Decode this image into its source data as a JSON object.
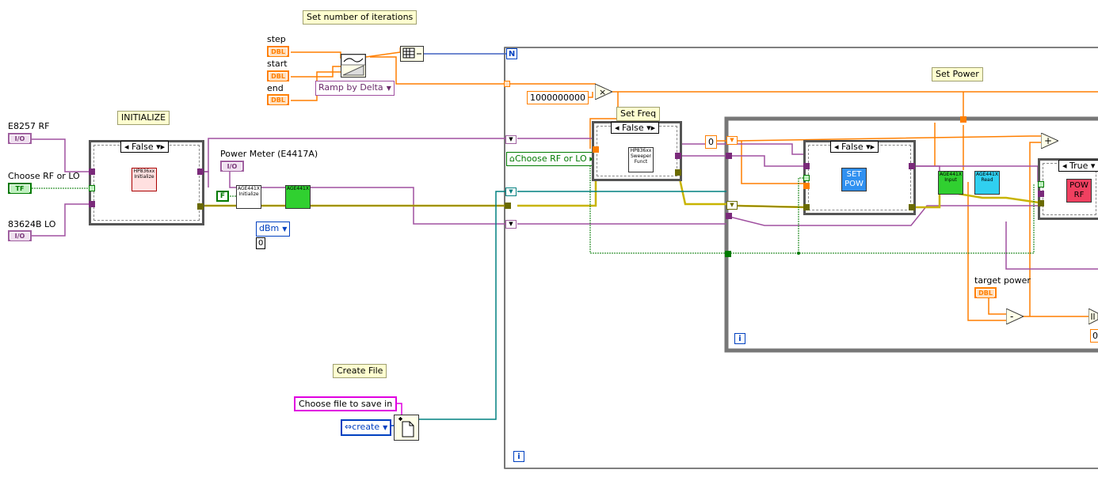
{
  "labels": {
    "set_iterations": "Set number of iterations",
    "initialize": "INITIALIZE",
    "set_power": "Set Power",
    "set_freq": "Set Freq",
    "create_file": "Create File",
    "step": "step",
    "start": "start",
    "end": "end",
    "e8257_rf": "E8257 RF",
    "choose_rf_lo": "Choose RF or LO",
    "lo_83624b": "83624B LO",
    "power_meter": "Power Meter (E4417A)",
    "target_power": "target power"
  },
  "terminals": {
    "dbl": "DBL",
    "io": "I/O",
    "tf": "TF",
    "false_const": "F"
  },
  "controls": {
    "ramp_mode": "Ramp by Delta",
    "unit": "dBm",
    "unit_value": "0",
    "choose_rf_lo_ring": "Choose RF or LO",
    "freq_multiplier": "1000000000",
    "zero_const": "0",
    "file_path": "Choose file to save in",
    "file_op": "create",
    "right_value": "0"
  },
  "case_selectors": {
    "initialize": "False",
    "set_freq": "False",
    "set_pow": "False",
    "pow_rf": "True"
  },
  "vis": {
    "init_vi": "HP836xx\nInitialize",
    "pm_init_vi": "AGE441X\nInitialize",
    "pm_config_vi": "AGE441X",
    "sweeper_vi": "HP836xx\nSweeper\nFunct",
    "set_pow_vi": "SET\nPOW",
    "input_vi": "AGE441X\nInput",
    "read_vi": "AGE441X\nRead",
    "pow_rf_vi": "POW\nRF"
  },
  "loop": {
    "n_label": "N",
    "i_label": "i"
  },
  "colors": {
    "dbl_orange": "#ff7f00",
    "refnum_purple": "#a060a0",
    "error_wire": "#c8b400",
    "bool_green": "#007a00",
    "path_teal": "#008080",
    "enum_blue": "#0040c0"
  }
}
